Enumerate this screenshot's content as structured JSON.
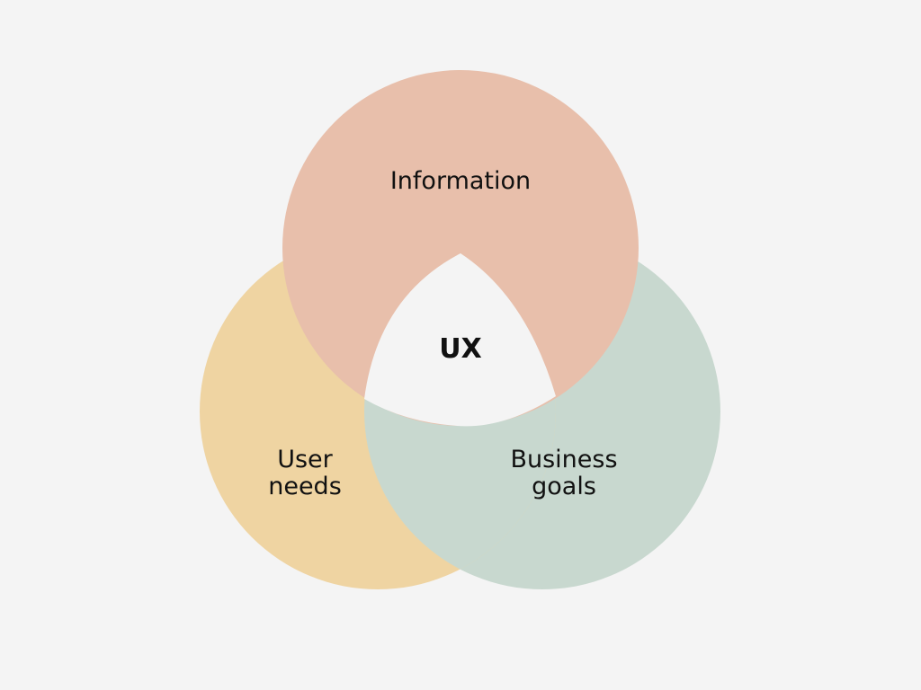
{
  "diagram": {
    "type": "venn",
    "center_label": "UX",
    "circles": [
      {
        "id": "information",
        "label_lines": [
          "Information"
        ],
        "color": "#e8bfab"
      },
      {
        "id": "user-needs",
        "label_lines": [
          "User",
          "needs"
        ],
        "color": "#efd4a2"
      },
      {
        "id": "business-goals",
        "label_lines": [
          "Business",
          "goals"
        ],
        "color": "#c8d8cf"
      }
    ],
    "background_color": "#f4f4f4"
  }
}
